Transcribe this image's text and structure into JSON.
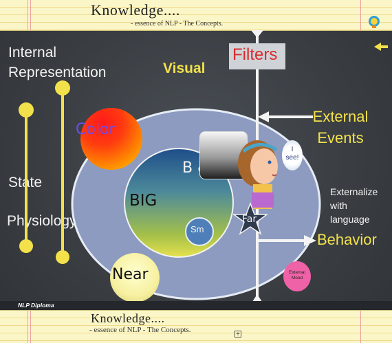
{
  "header": {
    "title": "Knowledge....",
    "subtitle": "- essence of NLP - The Concepts."
  },
  "footer": {
    "title": "Knowledge....",
    "subtitle": "- essence of NLP - The Concepts.",
    "diploma_label": "NLP Diploma"
  },
  "left": {
    "internal_representation": "Internal Representation",
    "state": "State",
    "physiology": "Physiology"
  },
  "center": {
    "visual": "Visual",
    "filters": "Filters",
    "color": "Color",
    "bw": "B & W",
    "big": "BIG",
    "small": "Sm",
    "far": "Far",
    "near": "Near"
  },
  "right": {
    "external_events": "External Events",
    "externalize": "Externalize with language",
    "behavior": "Behavior",
    "speech_bubble": "I see!",
    "external_mood": "External Mood"
  },
  "colors": {
    "chalk_yellow": "#f2e14a",
    "filters_red": "#d82b2b",
    "board": "#3a3e43",
    "ellipse": "#8d9bc0",
    "paper": "#fbf6c7"
  },
  "icons": [
    "lightbulb-icon",
    "arrow-left-icon",
    "expand-icon"
  ]
}
